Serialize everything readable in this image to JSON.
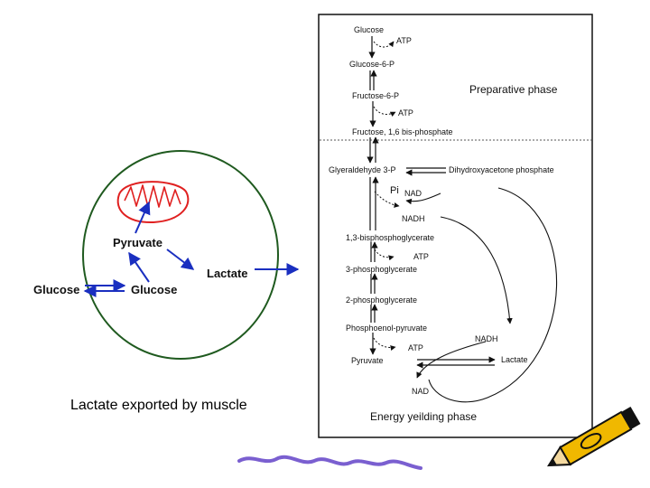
{
  "cell": {
    "pyruvate": "Pyruvate",
    "lactate": "Lactate",
    "glucose_outside": "Glucose",
    "glucose_inside": "Glucose",
    "caption": "Lactate exported by muscle"
  },
  "pathway": {
    "glucose": "Glucose",
    "atp_1": "ATP",
    "glucose_6p": "Glucose-6-P",
    "fructose_6p": "Fructose-6-P",
    "atp_2": "ATP",
    "preparative_phase": "Preparative phase",
    "fructose_16bp": "Fructose, 1,6 bis-phosphate",
    "g3p": "Glyeraldehyde 3-P",
    "dhap": "Dihydroxyacetone phosphate",
    "pi": "Pi",
    "nad_1": "NAD",
    "nadh_1": "NADH",
    "bpg13": "1,3-bisphosphoglycerate",
    "atp_3": "ATP",
    "pg3": "3-phosphoglycerate",
    "pg2": "2-phosphoglycerate",
    "pep": "Phosphoenol-pyruvate",
    "nadh_2": "NADH",
    "atp_4": "ATP",
    "pyruvate": "Pyruvate",
    "lactate": "Lactate",
    "nad_2": "NAD",
    "energy_phase": "Energy yeilding phase"
  },
  "colors": {
    "cell_membrane": "#1f5a1f",
    "mitochondrion": "#e02020",
    "arrows": "#1a2fc0",
    "squiggle": "#7a5fd0",
    "pencil": "#f0b800"
  }
}
